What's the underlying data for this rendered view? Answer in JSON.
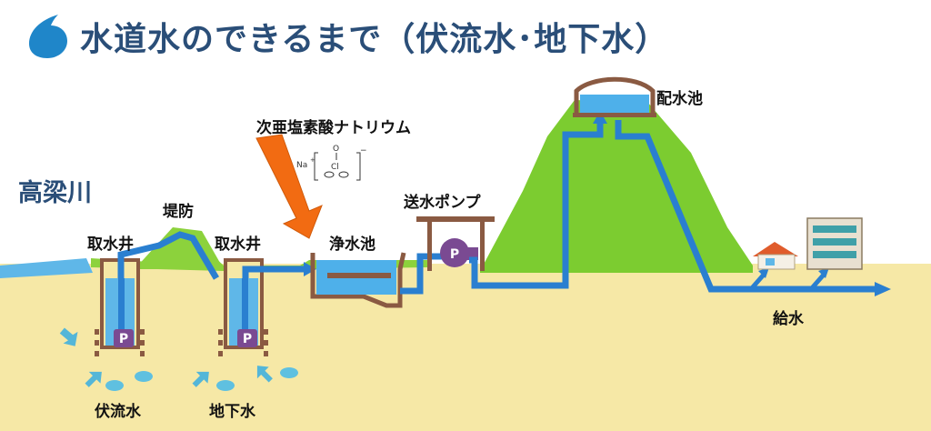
{
  "title": "水道水のできるまで（伏流水･地下水）",
  "labels": {
    "river": "高梁川",
    "intake_well": "取水井",
    "embankment": "堤防",
    "chemical": "次亜塩素酸ナトリウム",
    "chem_na": "Na",
    "chem_na_sup": "+",
    "chem_o": "O",
    "chem_cl": "Cl",
    "chem_minus": "−",
    "clear_well": "浄水池",
    "pump": "送水ポンプ",
    "reservoir": "配水池",
    "supply": "給水",
    "riverbed_water": "伏流水",
    "groundwater": "地下水",
    "pump_mark": "P"
  },
  "colors": {
    "title": "#2a4e78",
    "ground": "#f6e8a6",
    "grass": "#8cd23c",
    "water": "#3aa9e6",
    "pipe": "#2a7fd0",
    "wall": "#8a5a42",
    "arrow": "#f26b12",
    "pump": "#7a4a92"
  }
}
